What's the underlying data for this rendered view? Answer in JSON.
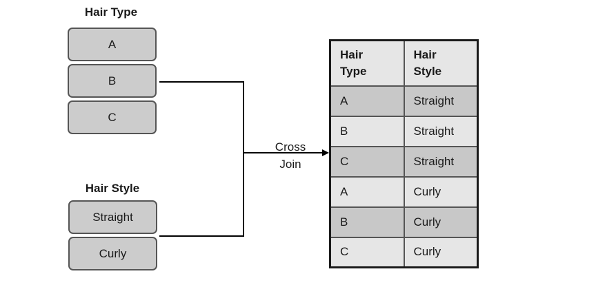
{
  "hair_type": {
    "heading": "Hair Type",
    "items": [
      "A",
      "B",
      "C"
    ]
  },
  "hair_style": {
    "heading": "Hair Style",
    "items": [
      "Straight",
      "Curly"
    ]
  },
  "operation": {
    "line1": "Cross",
    "line2": "Join"
  },
  "result_table": {
    "headers": [
      {
        "line1": "Hair",
        "line2": "Type"
      },
      {
        "line1": "Hair",
        "line2": "Style"
      }
    ],
    "rows": [
      [
        "A",
        "Straight"
      ],
      [
        "B",
        "Straight"
      ],
      [
        "C",
        "Straight"
      ],
      [
        "A",
        "Curly"
      ],
      [
        "B",
        "Curly"
      ],
      [
        "C",
        "Curly"
      ]
    ]
  },
  "colors": {
    "box_fill": "#cccccc",
    "row_dark": "#c8c8c8",
    "row_light": "#e6e6e6",
    "line": "#000000"
  }
}
